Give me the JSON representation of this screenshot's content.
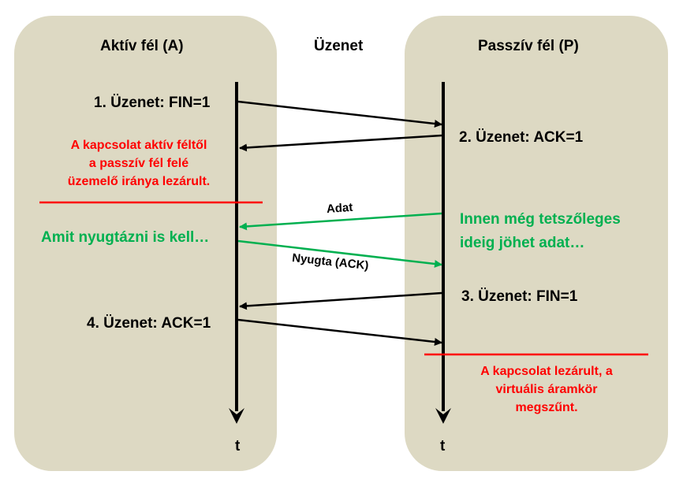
{
  "headers": {
    "active": "Aktív fél (A)",
    "message": "Üzenet",
    "passive": "Passzív fél (P)"
  },
  "messages": {
    "m1": "1. Üzenet: FIN=1",
    "m2": "2. Üzenet: ACK=1",
    "m3": "3. Üzenet: FIN=1",
    "m4": "4. Üzenet: ACK=1"
  },
  "notes": {
    "active_closed": [
      "A kapcsolat aktív féltől",
      "a passzív fél felé",
      "üzemelő iránya lezárult."
    ],
    "connection_closed": [
      "A kapcsolat lezárult, a",
      "virtuális áramkör",
      "megszűnt."
    ],
    "ack_needed": "Amit nyugtázni is kell…",
    "data_until": [
      "Innen még tetszőleges",
      "ideig jöhet adat…"
    ]
  },
  "arrow_labels": {
    "data": "Adat",
    "ack": "Nyugta (ACK)"
  },
  "axis": {
    "time_a": "t",
    "time_p": "t"
  },
  "colors": {
    "panel": "#ddd9c3",
    "red": "#ff0000",
    "green": "#00b050",
    "black": "#000000"
  }
}
